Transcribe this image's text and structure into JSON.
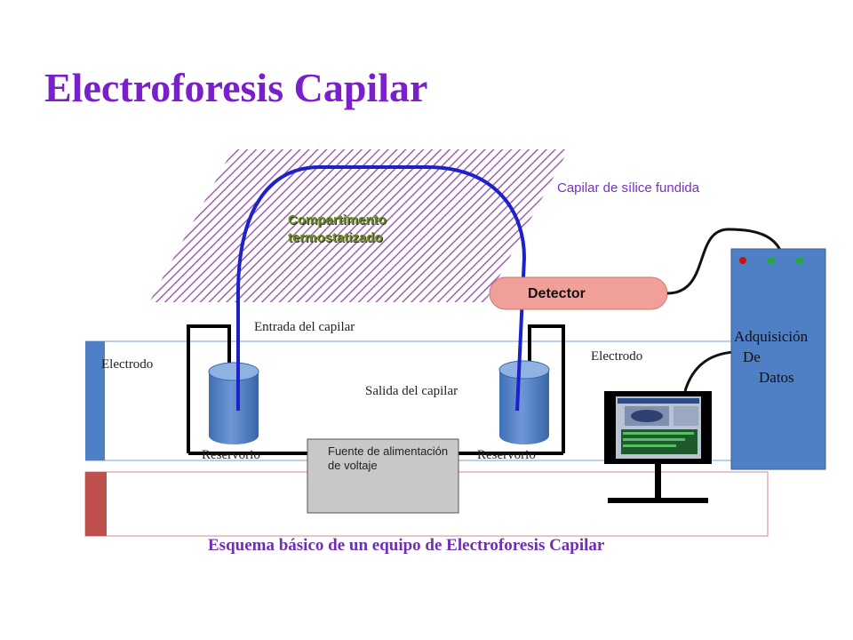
{
  "title": "Electroforesis Capilar",
  "labels": {
    "compartment": [
      "Compartimento",
      "termostatizado"
    ],
    "capillary": "Capilar de sílice fundida",
    "detector": "Detector",
    "capillary_inlet": "Entrada del capilar",
    "capillary_outlet": "Salida del capilar",
    "electrode_left": "Electrodo",
    "electrode_right": "Electrodo",
    "reservoir_left": "Reservorio",
    "reservoir_right": "Reservorio",
    "power_supply": "Fuente de alimentación de voltaje",
    "data_acquisition": [
      "Adquisición",
      "De",
      "Datos"
    ]
  },
  "caption": "Esquema básico de un equipo de Electroforesis Capilar",
  "colors": {
    "title": "#7a1fc9",
    "capillary": "#1c22c9",
    "hatch": "#a05fb0",
    "reservoir": "#4f7fc4",
    "detector": "#f0a098",
    "daq_panel": "#4f7fc4",
    "accent_blue_bar": "#4f7fc4",
    "accent_red_bar": "#c0504d",
    "led_red": "#cc1111",
    "led_green": "#22aa33"
  },
  "icons": [
    "computer-monitor-icon"
  ]
}
